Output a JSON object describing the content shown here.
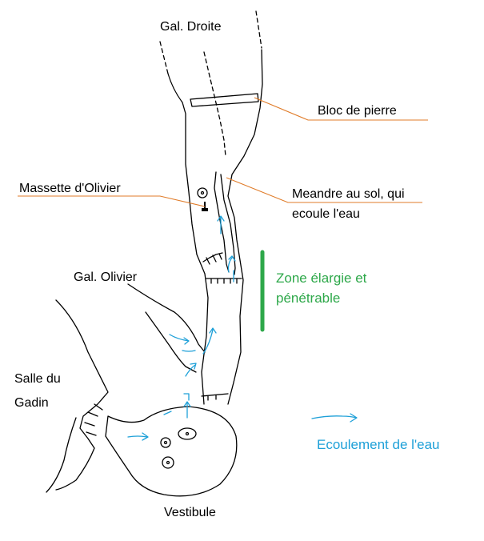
{
  "labels": {
    "gal_droite": "Gal. Droite",
    "bloc_de_pierre": "Bloc de pierre",
    "massette": "Massette d'Olivier",
    "meandre_line1": "Meandre au sol, qui",
    "meandre_line2": "ecoule l'eau",
    "gal_olivier": "Gal. Olivier",
    "zone_line1": "Zone élargie et",
    "zone_line2": "pénétrable",
    "salle_line1": "Salle du",
    "salle_line2": "Gadin",
    "ecoulement": "Ecoulement de l'eau",
    "vestibule": "Vestibule"
  },
  "colors": {
    "walls": "#000000",
    "leader_lines": "#e07b28",
    "zone_bar": "#2ea84a",
    "zone_text": "#2ea84a",
    "water_flow": "#1ea0d8",
    "water_text": "#1ea0d8"
  }
}
